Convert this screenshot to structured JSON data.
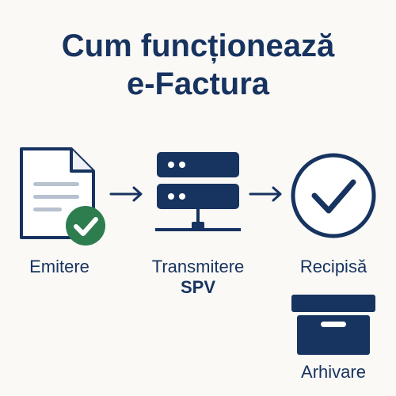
{
  "title": {
    "line1": "Cum funcționează",
    "line2": "e-Factura"
  },
  "steps": [
    {
      "label": "Emitere",
      "icon": "document-check-icon"
    },
    {
      "label_line1": "Transmitere",
      "label_line2": "SPV",
      "icon": "server-network-icon"
    },
    {
      "label": "Recipisă",
      "icon": "check-circle-icon"
    },
    {
      "label": "Arhivare",
      "icon": "archive-box-icon"
    }
  ],
  "colors": {
    "primary": "#17335f",
    "accent_green": "#2e7d4f",
    "background": "#faf9f6"
  }
}
